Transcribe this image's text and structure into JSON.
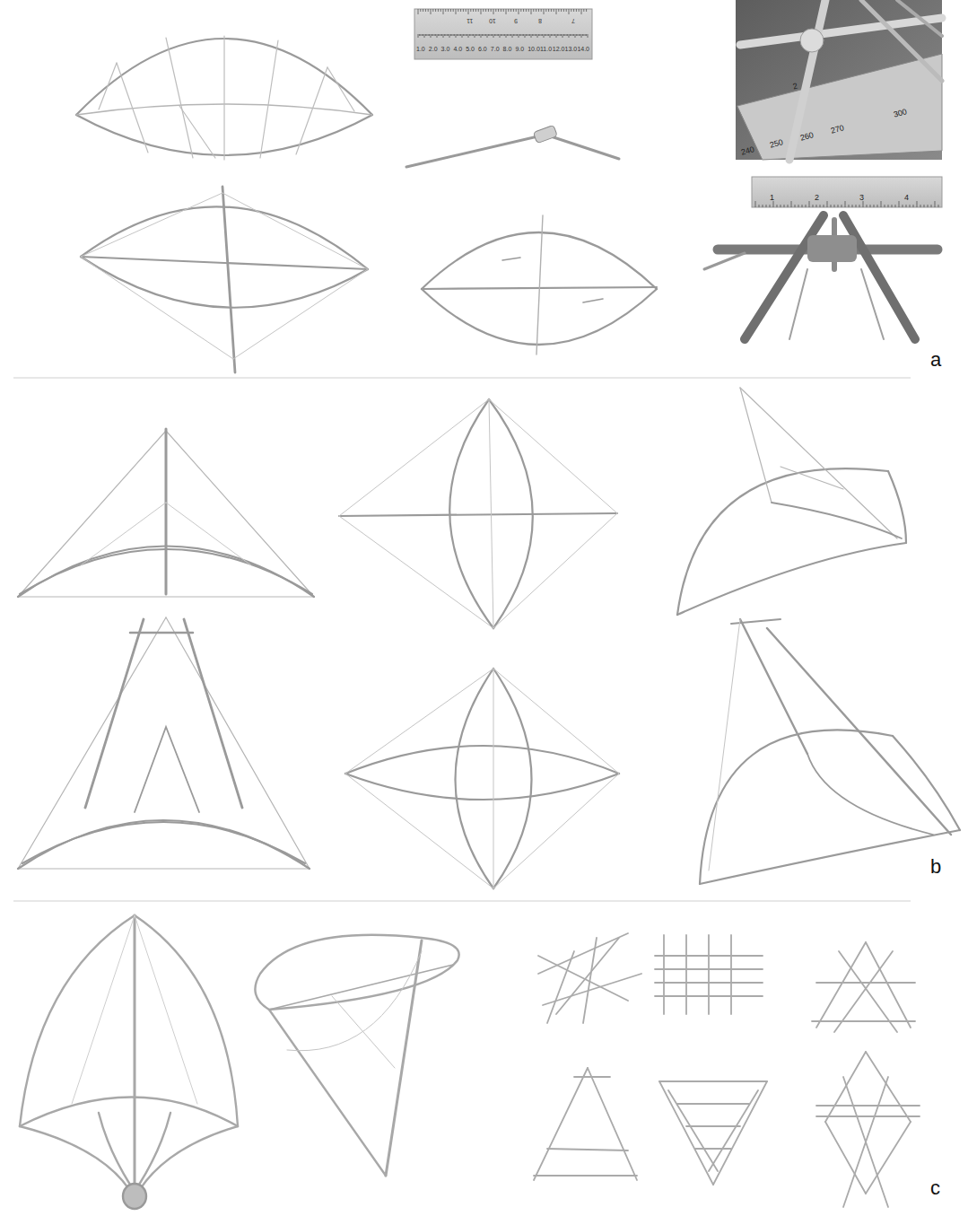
{
  "diagram": {
    "labels": [
      "a",
      "b",
      "c",
      "1.0",
      "2.0",
      "3.0",
      "4.0",
      "5.0",
      "6.0",
      "7.0",
      "8.0",
      "9.0",
      "10.0",
      "11.0",
      "12.0",
      "13.0",
      "14.0",
      "11",
      "10",
      "9",
      "8",
      "7",
      "240",
      "250",
      "260",
      "270",
      "300",
      "2",
      "1",
      "2",
      "3",
      "4"
    ]
  }
}
